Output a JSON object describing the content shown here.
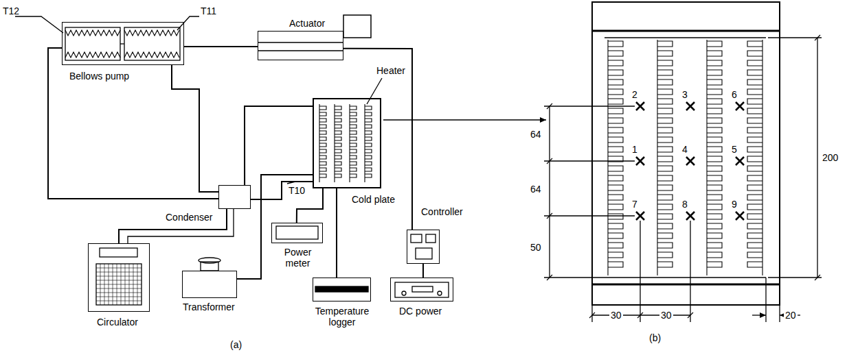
{
  "diagram": {
    "nodes": [
      {
        "text": [
          "Bellows pump"
        ]
      },
      {
        "text": [
          "Actuator"
        ]
      },
      {
        "text": [
          "Condenser"
        ]
      },
      {
        "text": [
          "Cold plate"
        ]
      },
      {
        "text": [
          "Power meter"
        ]
      },
      {
        "text": [
          "Circulator"
        ]
      },
      {
        "text": [
          "Transformer"
        ]
      },
      {
        "text": [
          "Temperature logger"
        ]
      },
      {
        "text": [
          "Controller"
        ]
      },
      {
        "text": [
          "DC power"
        ]
      }
    ],
    "edges": [
      {
        "from": 0,
        "to": 1,
        "arrow": "none"
      },
      {
        "from": 0,
        "to": 2,
        "arrow": "none"
      },
      {
        "from": 0,
        "to": 2,
        "arrow": "none"
      },
      {
        "from": 2,
        "to": 3,
        "arrow": "none"
      },
      {
        "from": 2,
        "to": 3,
        "arrow": "none"
      },
      {
        "from": 5,
        "to": 2,
        "arrow": "none"
      },
      {
        "from": 6,
        "to": 3,
        "arrow": "none"
      },
      {
        "from": 4,
        "to": 3,
        "arrow": "none"
      },
      {
        "from": 7,
        "to": 3,
        "arrow": "none"
      },
      {
        "from": 8,
        "to": 1,
        "arrow": "none"
      },
      {
        "from": 9,
        "to": 8,
        "arrow": "none"
      }
    ],
    "labels": [
      "T12",
      "T11",
      "Heater",
      "T10",
      "(a)",
      "2",
      "3",
      "6",
      "1",
      "4",
      "5",
      "7",
      "8",
      "9",
      "64",
      "64",
      "50",
      "200",
      "30",
      "30",
      "20",
      "(b)"
    ]
  }
}
